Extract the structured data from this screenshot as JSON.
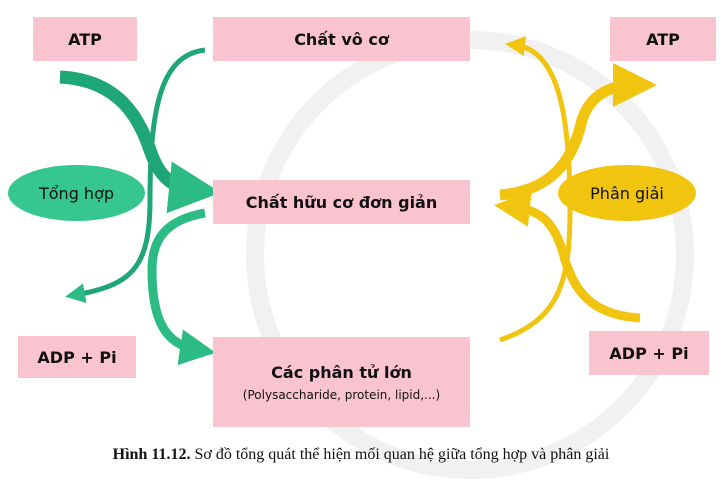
{
  "boxes": {
    "atp_left": "ATP",
    "atp_right": "ATP",
    "inorganic": "Chất vô cơ",
    "simple_organic": "Chất hữu cơ đơn giản",
    "macromolecules": "Các phân tử lớn",
    "macromolecules_examples": "(Polysaccharide, protein, lipid,...)",
    "adp_left": "ADP + Pi",
    "adp_right": "ADP + Pi"
  },
  "ellipses": {
    "synthesis": "Tổng hợp",
    "breakdown": "Phân giải"
  },
  "caption": {
    "label": "Hình 11.12.",
    "text": " Sơ đồ tổng quát thể hiện mối quan hệ giữa tổng hợp và phân giải"
  },
  "colors": {
    "green": "#1fa676",
    "green_light": "#35c78f",
    "yellow": "#f1c40f",
    "pink": "#f9c3cf"
  }
}
